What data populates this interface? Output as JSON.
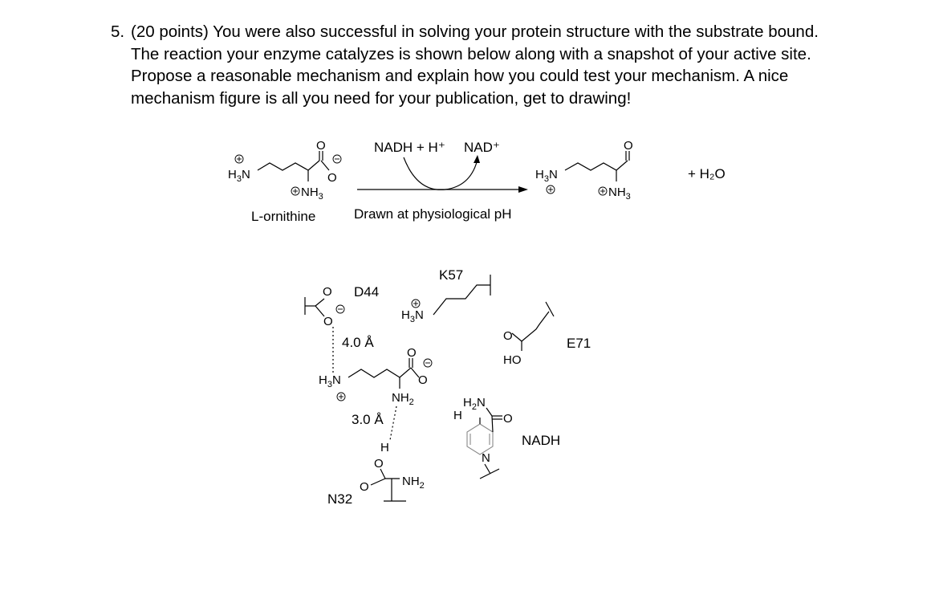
{
  "question": {
    "number": "5.",
    "text": "(20 points) You were also successful in solving your protein structure with the substrate bound. The reaction your enzyme catalyzes is shown below along with a snapshot of your active site. Propose a reasonable mechanism and explain how you could test your mechanism. A nice mechanism figure is all you need for your publication, get to drawing!"
  },
  "reaction": {
    "cofactor_in": "NADH + H⁺",
    "cofactor_out": "NAD⁺",
    "plus_water": "+ H₂O",
    "substrate_name": "L-ornithine",
    "condition": "Drawn at physiological pH"
  },
  "active_site": {
    "d44": "D44",
    "k57": "K57",
    "e71": "E71",
    "n32": "N32",
    "nadh": "NADH",
    "dist_1": "4.0 Å",
    "dist_2": "3.0 Å"
  },
  "atoms": {
    "h3n": "H",
    "h3n_sub": "3",
    "n": "N",
    "nh3": "NH",
    "nh3_sub": "3",
    "nh2": "NH",
    "nh2_sub": "2",
    "h2n_h": "H",
    "h2n_sub": "2",
    "o": "O",
    "ho": "HO",
    "h": "H"
  }
}
